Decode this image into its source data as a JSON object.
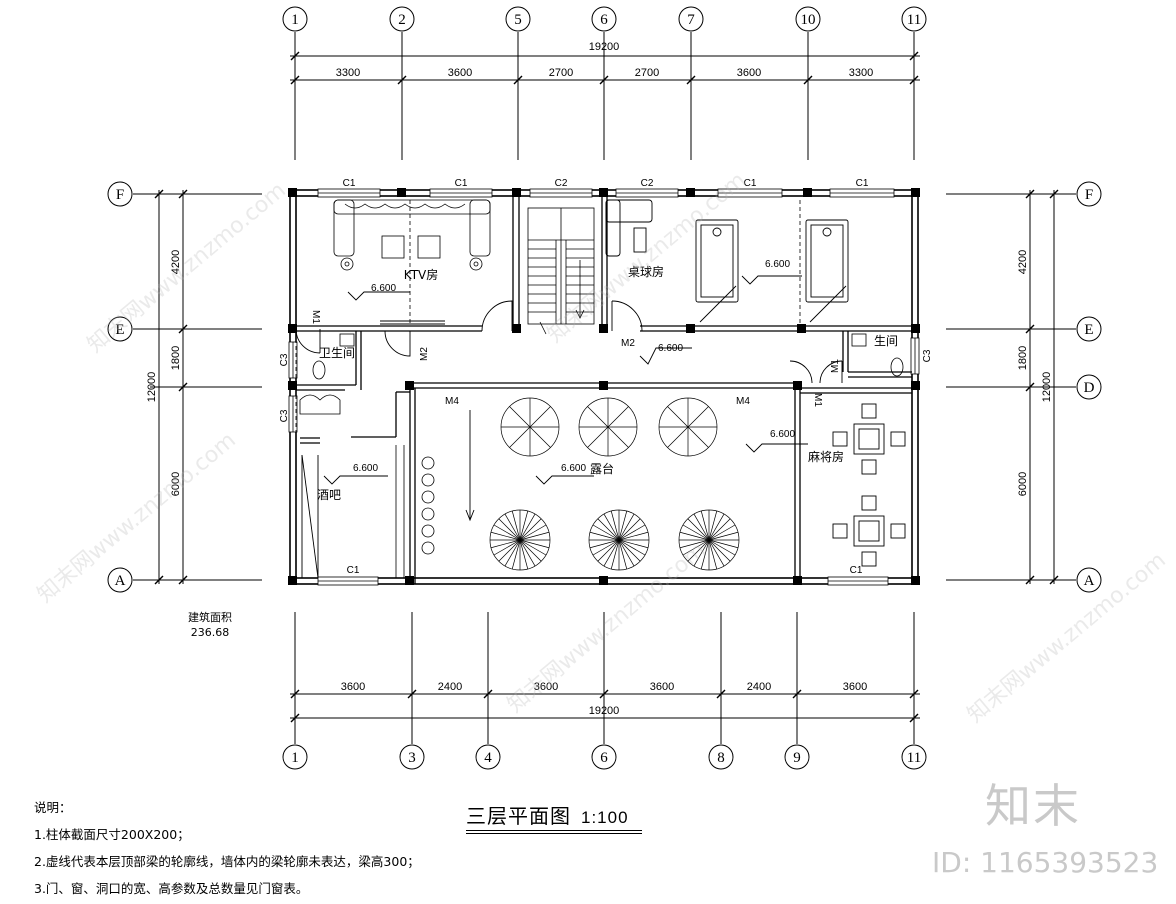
{
  "drawing": {
    "title": "三层平面图",
    "scale": "1:100",
    "area_label": "建筑面积",
    "area_value": "236.68"
  },
  "axes_top": [
    "1",
    "2",
    "5",
    "6",
    "7",
    "10",
    "11"
  ],
  "axes_bottom": [
    "1",
    "3",
    "4",
    "6",
    "8",
    "9",
    "11"
  ],
  "axes_left": [
    "F",
    "E",
    "A"
  ],
  "axes_right": [
    "F",
    "E",
    "D",
    "A"
  ],
  "dims_top": [
    "3300",
    "3600",
    "2700",
    "2700",
    "3600",
    "3300"
  ],
  "dims_top_total": "19200",
  "dims_bottom": [
    "3600",
    "2400",
    "3600",
    "3600",
    "2400",
    "3600"
  ],
  "dims_bottom_total": "19200",
  "dims_left": [
    "4200",
    "1800",
    "6000"
  ],
  "dims_left_total": "12000",
  "dims_right": [
    "4200",
    "1800",
    "6000"
  ],
  "dims_right_total": "12000",
  "rooms": {
    "ktv": "KTV房",
    "billiards": "桌球房",
    "wc_left": "卫生间",
    "wc_right": "生间",
    "bar": "酒吧",
    "terrace": "露台",
    "mahjong": "麻将房"
  },
  "levels": [
    "6.600",
    "6.600",
    "6.600",
    "6.600",
    "6.600",
    "6.600"
  ],
  "openings": {
    "c1": "C1",
    "c2": "C2",
    "c3": "C3",
    "m1": "M1",
    "m2": "M2",
    "m4": "M4"
  },
  "notes": {
    "heading": "说明：",
    "items": [
      "1.柱体截面尺寸200X200；",
      "2.虚线代表本层顶部梁的轮廓线，墙体内的梁轮廓未表达，梁高300；",
      "3.门、窗、洞口的宽、高参数及总数量见门窗表。"
    ]
  },
  "brand": {
    "logo": "知末",
    "id": "ID: 1165393523",
    "watermark": "知末网www.znzmo.com"
  }
}
